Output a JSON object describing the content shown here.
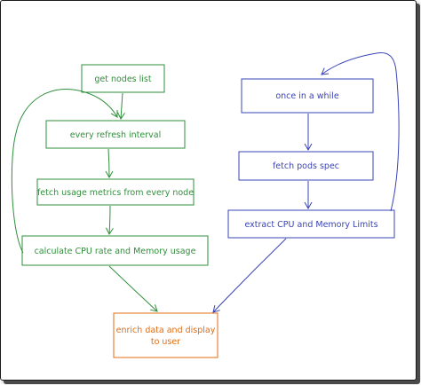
{
  "nodes": {
    "get_nodes": "get nodes list",
    "refresh": "every refresh interval",
    "fetch_usage": "fetch usage metrics from every node",
    "calculate": "calculate CPU rate and Memory usage",
    "once": "once in a while",
    "fetch_pods": "fetch pods spec",
    "extract": "extract CPU and Memory Limits",
    "enrich_line1": "enrich data and display",
    "enrich_line2": "to user"
  },
  "colors": {
    "green": "#2f8f3a",
    "blue": "#3a44b5",
    "orange": "#e06c15",
    "background": "#ffffff"
  }
}
